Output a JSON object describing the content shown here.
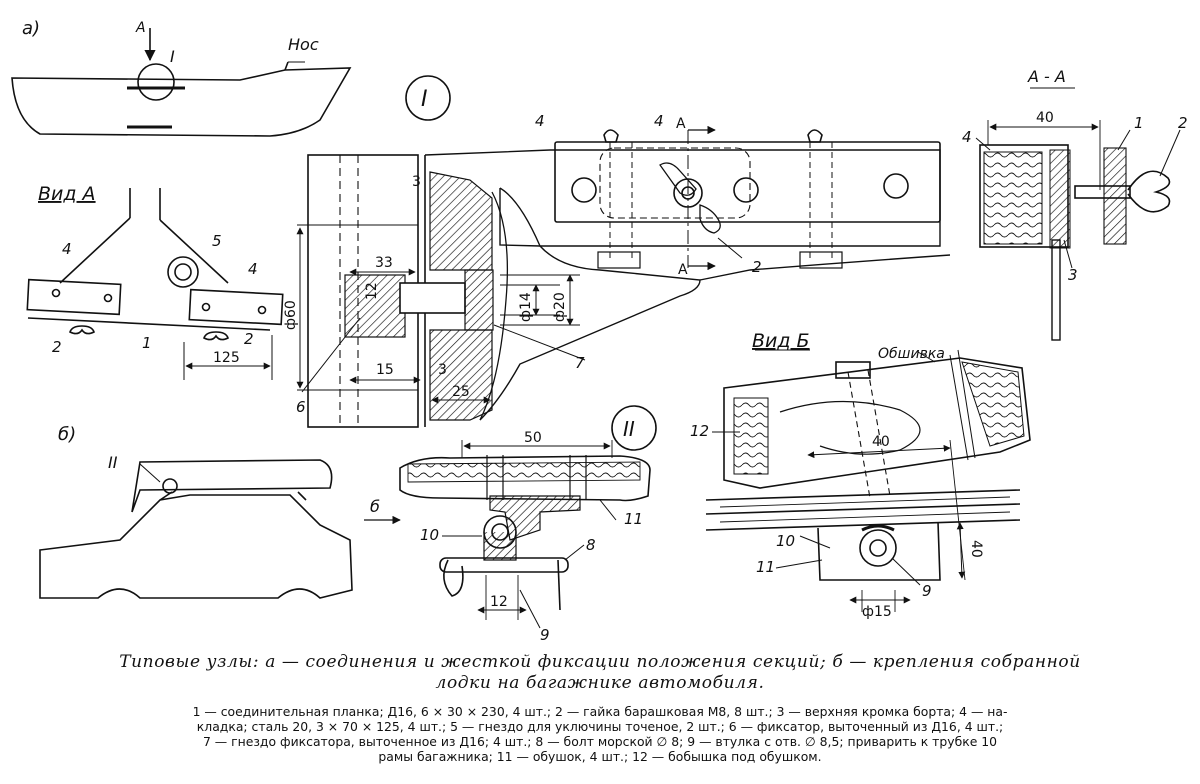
{
  "labels": {
    "a": "а)",
    "b": "б)",
    "A_arrow": "А",
    "I": "I",
    "II": "II",
    "nos": "Нос",
    "vid_A": "Вид А",
    "vid_B": "Вид Б",
    "AA": "А - А",
    "obshivka": "Обшивка",
    "b_arrow": "б"
  },
  "dimensions": {
    "d33": "33",
    "d3a": "3",
    "d3b": "3",
    "d12": "12",
    "d14": "ф14",
    "d20": "ф20",
    "d60": "ф60",
    "d15": "15",
    "d25": "25",
    "d125": "125",
    "d40aa": "40",
    "d50": "50",
    "d12b": "12",
    "d40b": "40",
    "d40c": "40",
    "d15b": "ф15"
  },
  "callouts": {
    "n1": "1",
    "n2": "2",
    "n3": "3",
    "n4": "4",
    "n5": "5",
    "n6": "6",
    "n7": "7",
    "n8": "8",
    "n9": "9",
    "n10": "10",
    "n11": "11",
    "n12": "12"
  },
  "caption": {
    "line1": "Типовые узлы: а — соединения и жесткой фиксации положения секций; б — крепления собранной",
    "line2": "лодки на багажнике автомобиля."
  },
  "legend": {
    "line1": "1 — соединительная планка; Д16, 6 × 30 × 230, 4 шт.; 2 — гайка барашковая М8, 8 шт.; 3 — верхняя кромка борта; 4 — на-",
    "line2": "кладка; сталь 20, 3 × 70 × 125, 4 шт.; 5 — гнездо для уключины точеное, 2 шт.; 6 — фиксатор, выточенный из Д16, 4 шт.;",
    "line3": "7 — гнездо фиксатора, выточенное из Д16; 4 шт.; 8 — болт морской ∅ 8; 9 — втулка с отв. ∅ 8,5; приварить к трубке 10",
    "line4": "рамы багажника; 11 — обушок, 4 шт.; 12 — бобышка под обушком."
  }
}
